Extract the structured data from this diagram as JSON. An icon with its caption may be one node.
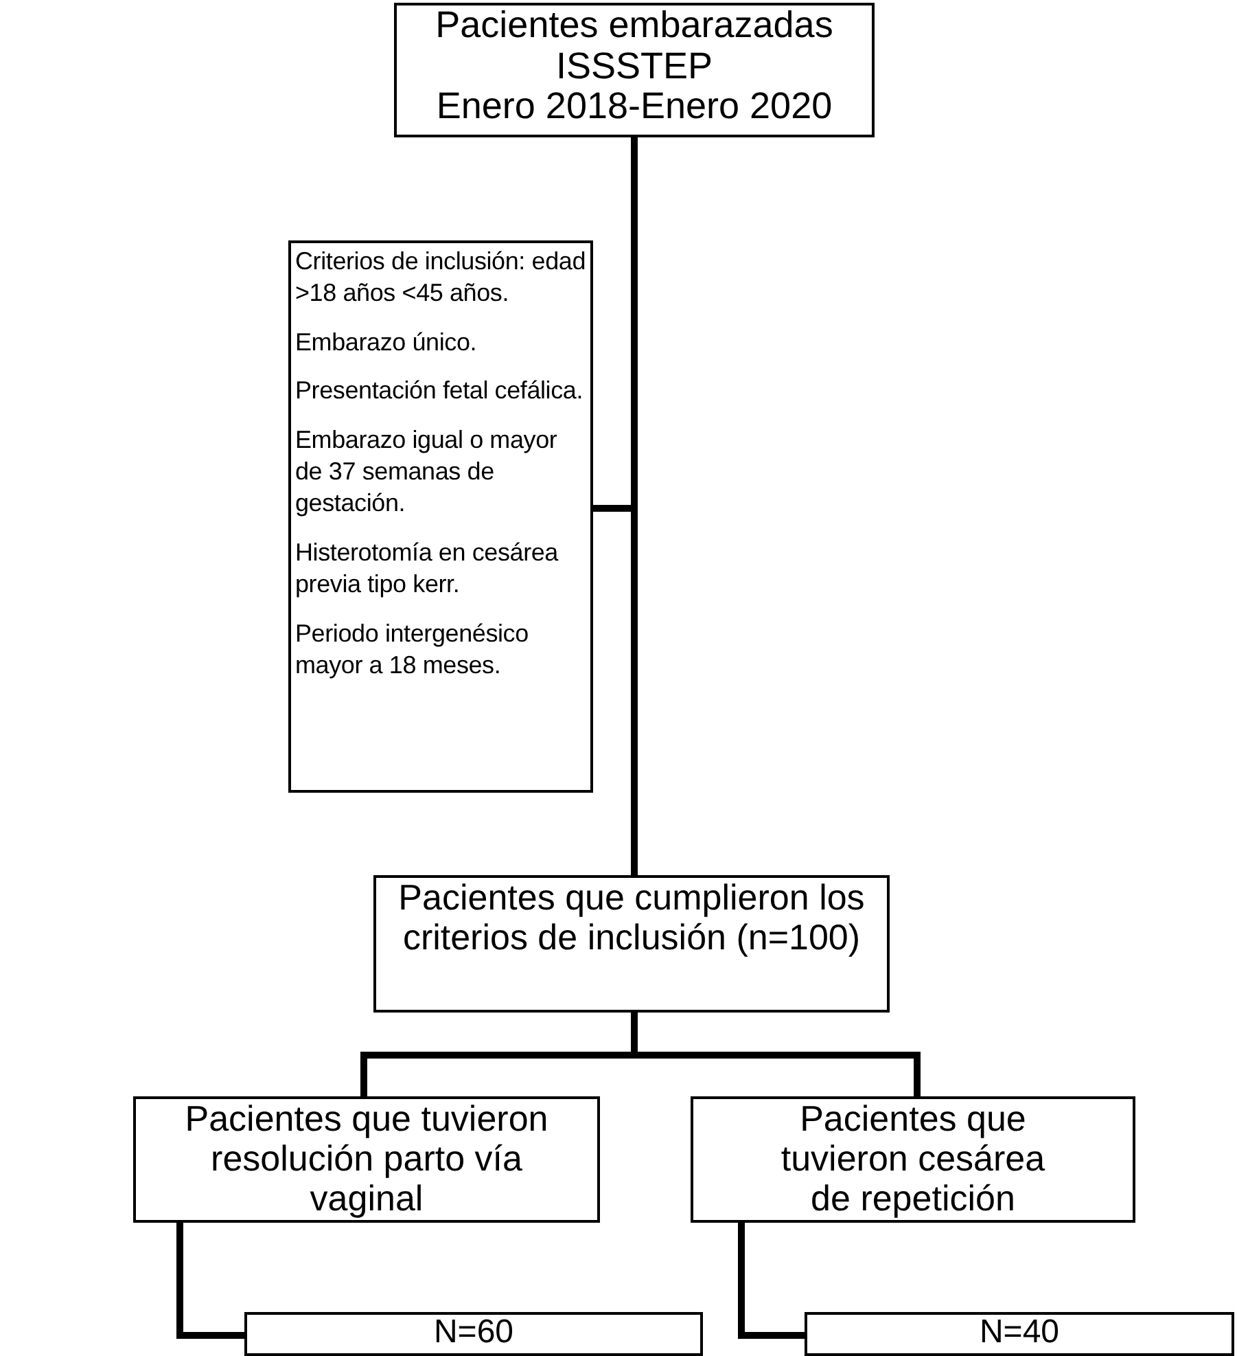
{
  "diagram": {
    "nodes": [
      {
        "text": [
          "Pacientes embarazadas",
          "ISSSTEP",
          "Enero 2018-Enero 2020"
        ]
      },
      {
        "text": [
          "Criterios de inclusión: edad >18 años <45 años.",
          "Embarazo único.",
          "Presentación fetal cefálica.",
          "Embarazo igual o mayor de 37 semanas de gestación.",
          "Histerotomía en cesárea previa tipo kerr.",
          "Periodo intergenésico mayor a 18 meses."
        ]
      },
      {
        "text": [
          "Pacientes que cumplieron los criterios de inclusión (n=100)"
        ]
      },
      {
        "text": [
          "Pacientes que tuvieron resolución parto vía vaginal"
        ]
      },
      {
        "text": [
          "Pacientes que tuvieron cesárea de repetición"
        ]
      },
      {
        "text": [
          "N=60"
        ]
      },
      {
        "text": [
          "N=40"
        ]
      }
    ],
    "edges": [
      {
        "from": 0,
        "to": 1,
        "arrow": "none"
      },
      {
        "from": 0,
        "to": 2,
        "arrow": "none"
      },
      {
        "from": 2,
        "to": 3,
        "arrow": "none"
      },
      {
        "from": 2,
        "to": 4,
        "arrow": "none"
      },
      {
        "from": 3,
        "to": 5,
        "arrow": "none"
      },
      {
        "from": 4,
        "to": 6,
        "arrow": "none"
      }
    ]
  }
}
